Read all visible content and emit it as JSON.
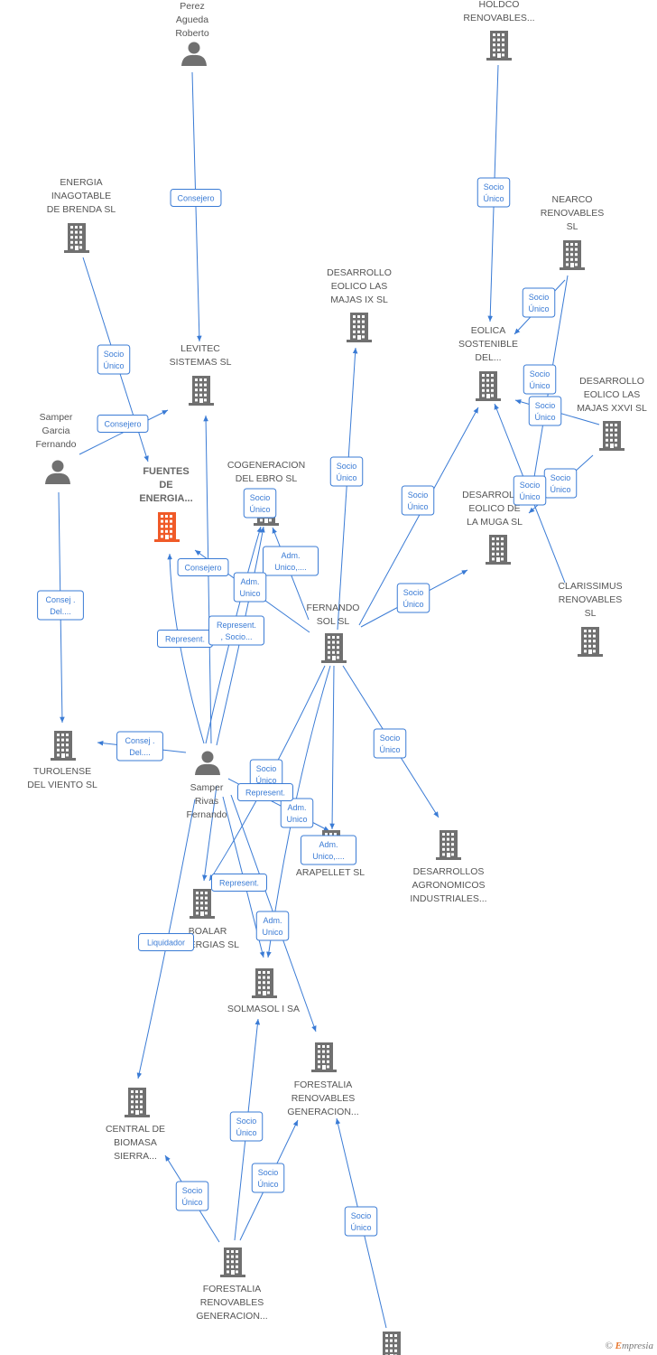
{
  "colors": {
    "edge": "#3a7bd5",
    "building": "#707070",
    "focus_building": "#f05a28",
    "person": "#707070"
  },
  "watermark": {
    "symbol": "©",
    "initial": "E",
    "rest": "mpresia"
  },
  "nodes": [
    {
      "id": "perez",
      "type": "person",
      "label": [
        "Perez",
        "Agueda",
        "Roberto"
      ]
    },
    {
      "id": "holdco",
      "type": "company",
      "label": [
        "HOLDCO",
        "RENOVABLES..."
      ]
    },
    {
      "id": "brenda",
      "type": "company",
      "label": [
        "ENERGIA",
        "INAGOTABLE",
        "DE BRENDA  SL"
      ]
    },
    {
      "id": "nearco",
      "type": "company",
      "label": [
        "NEARCO",
        "RENOVABLES",
        "SL"
      ]
    },
    {
      "id": "majas9",
      "type": "company",
      "label": [
        "DESARROLLO",
        "EOLICO LAS",
        "MAJAS IX  SL"
      ]
    },
    {
      "id": "levitec",
      "type": "company",
      "label": [
        "LEVITEC",
        "SISTEMAS  SL"
      ]
    },
    {
      "id": "eolica",
      "type": "company",
      "label": [
        "EOLICA",
        "SOSTENIBLE",
        "DEL..."
      ]
    },
    {
      "id": "majas26",
      "type": "company",
      "label": [
        "DESARROLLO",
        "EOLICO LAS",
        "MAJAS XXVI  SL"
      ]
    },
    {
      "id": "samperg",
      "type": "person",
      "label": [
        "Samper",
        "Garcia",
        "Fernando"
      ]
    },
    {
      "id": "fuentes",
      "type": "focus",
      "label": [
        "FUENTES",
        "DE",
        "ENERGIA..."
      ]
    },
    {
      "id": "cogen",
      "type": "company",
      "label": [
        "COGENERACION",
        "DEL EBRO  SL"
      ]
    },
    {
      "id": "muga",
      "type": "company",
      "label": [
        "DESARROLLO",
        "EOLICO DE",
        "LA MUGA SL"
      ]
    },
    {
      "id": "clariss",
      "type": "company",
      "label": [
        "CLARISSIMUS",
        "RENOVABLES",
        "SL"
      ]
    },
    {
      "id": "fsol",
      "type": "company",
      "label": [
        "FERNANDO",
        "SOL SL"
      ]
    },
    {
      "id": "turol",
      "type": "company",
      "label": [
        "TUROLENSE",
        "DEL VIENTO SL"
      ]
    },
    {
      "id": "samperr",
      "type": "person",
      "label": [
        "Samper",
        "Rivas",
        "Fernando"
      ]
    },
    {
      "id": "arapellet",
      "type": "company",
      "label": [
        "ARAPELLET  SL"
      ]
    },
    {
      "id": "agron",
      "type": "company",
      "label": [
        "DESARROLLOS",
        "AGRONOMICOS",
        "INDUSTRIALES..."
      ]
    },
    {
      "id": "boalar",
      "type": "company",
      "label": [
        "BOALAR",
        "ENERGIAS  SL"
      ]
    },
    {
      "id": "solmasol",
      "type": "company",
      "label": [
        "SOLMASOL I SA"
      ]
    },
    {
      "id": "forest1",
      "type": "company",
      "label": [
        "FORESTALIA",
        "RENOVABLES",
        "GENERACION..."
      ]
    },
    {
      "id": "central",
      "type": "company",
      "label": [
        "CENTRAL DE",
        "BIOMASA",
        "SIERRA..."
      ]
    },
    {
      "id": "forest2",
      "type": "company",
      "label": [
        "FORESTALIA",
        "RENOVABLES",
        "GENERACION..."
      ]
    },
    {
      "id": "bottom",
      "type": "company",
      "label": []
    }
  ],
  "edges": [
    {
      "from": "perez",
      "to": "levitec",
      "label": [
        "Consejero"
      ]
    },
    {
      "from": "holdco",
      "to": "eolica",
      "label": [
        "Socio",
        "Único"
      ]
    },
    {
      "from": "brenda",
      "to": "fuentes",
      "label": [
        "Socio",
        "Único"
      ]
    },
    {
      "from": "samperg",
      "to": "levitec",
      "label": [
        "Consejero"
      ]
    },
    {
      "from": "samperg",
      "to": "turol",
      "label": [
        "Consej .",
        "Del...."
      ]
    },
    {
      "from": "nearco",
      "to": "eolica",
      "label": [
        "Socio",
        "Único"
      ]
    },
    {
      "from": "nearco",
      "to": "muga",
      "label": [
        "Socio",
        "Único"
      ]
    },
    {
      "from": "majas26",
      "to": "eolica",
      "label": [
        "Socio",
        "Único"
      ]
    },
    {
      "from": "majas26",
      "to": "muga",
      "label": [
        "Socio",
        "Único"
      ]
    },
    {
      "from": "clariss",
      "to": "eolica",
      "label": [
        "Socio",
        "Único"
      ]
    },
    {
      "from": "fsol",
      "to": "majas9",
      "label": [
        "Socio",
        "Único"
      ]
    },
    {
      "from": "fsol",
      "to": "eolica",
      "label": [
        "Socio",
        "Único"
      ]
    },
    {
      "from": "fsol",
      "to": "muga",
      "label": [
        "Socio",
        "Único"
      ]
    },
    {
      "from": "fsol",
      "to": "fuentes",
      "label": [
        "Consejero"
      ]
    },
    {
      "from": "fsol",
      "to": "cogen",
      "label": [
        "Adm.",
        "Unico,...."
      ]
    },
    {
      "from": "fsol",
      "to": "agron",
      "label": [
        "Socio",
        "Único"
      ]
    },
    {
      "from": "fsol",
      "to": "arapellet",
      "label": [
        "Adm.",
        "Unico,...."
      ]
    },
    {
      "from": "fsol",
      "to": "boalar",
      "label": [
        "Socio",
        "Único"
      ]
    },
    {
      "from": "fsol",
      "to": "solmasol",
      "label": [
        "Adm.",
        "Unico"
      ]
    },
    {
      "from": "samperr",
      "to": "cogen",
      "label": [
        "Socio",
        "Único"
      ]
    },
    {
      "from": "samperr",
      "to": "fuentes",
      "label": [
        "Represent."
      ]
    },
    {
      "from": "samperr",
      "to": "cogen",
      "label": [
        "Adm.",
        "Unico"
      ]
    },
    {
      "from": "samperr",
      "to": "levitec",
      "label": [
        "Represent.",
        ", Socio..."
      ]
    },
    {
      "from": "samperr",
      "to": "turol",
      "label": [
        "Consej .",
        "Del...."
      ]
    },
    {
      "from": "samperr",
      "to": "arapellet",
      "label": [
        "Represent."
      ]
    },
    {
      "from": "samperr",
      "to": "boalar",
      "label": [
        "Represent."
      ]
    },
    {
      "from": "samperr",
      "to": "central",
      "label": [
        "Liquidador"
      ]
    },
    {
      "from": "samperr",
      "to": "solmasol",
      "label": [
        "Adm.",
        "Unico"
      ]
    },
    {
      "from": "samperr",
      "to": "forest1",
      "label": []
    },
    {
      "from": "forest2",
      "to": "solmasol",
      "label": [
        "Socio",
        "Único"
      ]
    },
    {
      "from": "forest2",
      "to": "forest1",
      "label": [
        "Socio",
        "Único"
      ]
    },
    {
      "from": "forest2",
      "to": "central",
      "label": [
        "Socio",
        "Único"
      ]
    },
    {
      "from": "bottom",
      "to": "forest1",
      "label": [
        "Socio",
        "Único"
      ]
    }
  ]
}
